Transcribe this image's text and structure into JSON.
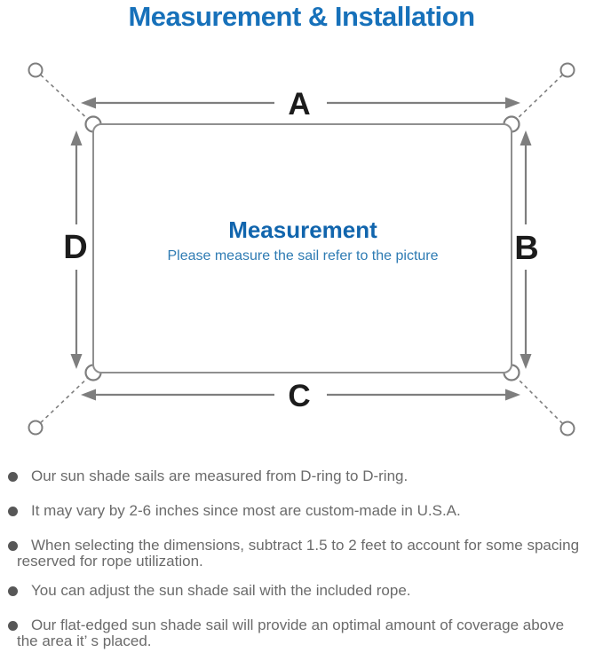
{
  "page": {
    "title": "Measurement & Installation"
  },
  "diagram": {
    "center_title": "Measurement",
    "center_subtitle": "Please measure the sail refer to the picture",
    "labels": {
      "top": "A",
      "right": "B",
      "bottom": "C",
      "left": "D"
    },
    "colors": {
      "title_blue": "#1771ba",
      "center_title_blue": "#1165ad",
      "subtitle_blue": "#2e7bb3",
      "line_gray": "#7e7e7e",
      "rect_gray": "#8f8f8f",
      "label_black": "#1c1c1c",
      "note_text_gray": "#6b6b6b"
    }
  },
  "notes": {
    "items": [
      {
        "lines": [
          "Our sun shade sails are measured from D-ring to D-ring."
        ]
      },
      {
        "lines": [
          "It may vary by 2-6 inches since most are custom-made in U.S.A."
        ]
      },
      {
        "lines": [
          "When selecting the dimensions, subtract 1.5 to 2 feet to account for some spacing",
          "reserved for rope utilization."
        ]
      },
      {
        "lines": [
          "You can adjust the sun shade sail with the included rope."
        ]
      },
      {
        "lines": [
          "Our flat-edged sun shade sail will provide an optimal amount of coverage above",
          "the area it’ s placed."
        ]
      }
    ]
  }
}
